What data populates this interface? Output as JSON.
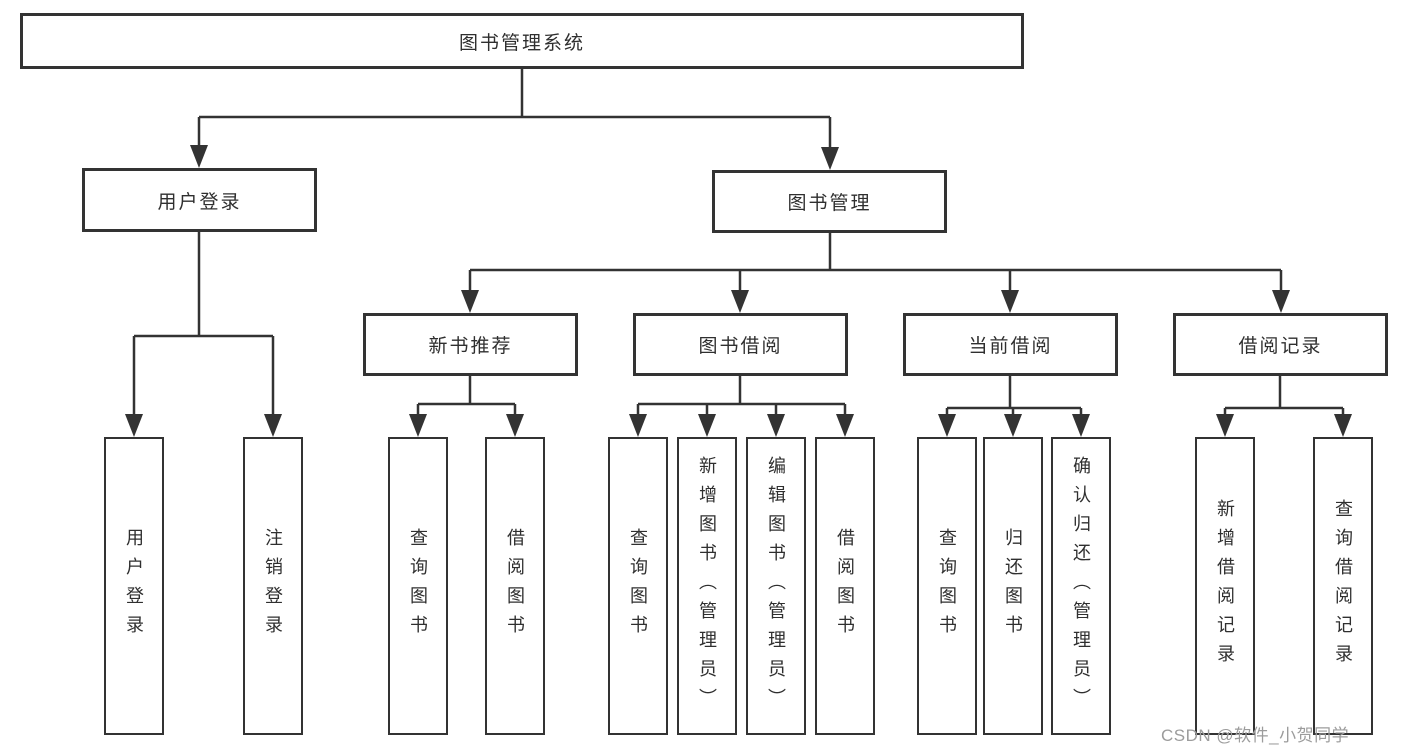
{
  "tree": {
    "root": {
      "label": "图书管理系统"
    },
    "login": {
      "label": "用户登录",
      "children": [
        {
          "label": "用户登录"
        },
        {
          "label": "注销登录"
        }
      ]
    },
    "mgmt": {
      "label": "图书管理",
      "sections": [
        {
          "label": "新书推荐",
          "children": [
            {
              "label": "查询图书"
            },
            {
              "label": "借阅图书"
            }
          ]
        },
        {
          "label": "图书借阅",
          "children": [
            {
              "label": "查询图书"
            },
            {
              "label": "新增图书（管理员）"
            },
            {
              "label": "编辑图书（管理员）"
            },
            {
              "label": "借阅图书"
            }
          ]
        },
        {
          "label": "当前借阅",
          "children": [
            {
              "label": "查询图书"
            },
            {
              "label": "归还图书"
            },
            {
              "label": "确认归还（管理员）"
            }
          ]
        },
        {
          "label": "借阅记录",
          "children": [
            {
              "label": "新增借阅记录"
            },
            {
              "label": "查询借阅记录"
            }
          ]
        }
      ]
    }
  },
  "watermark": {
    "text": "CSDN @软件_小贺同学"
  },
  "colors": {
    "box_border": "#333333",
    "connector": "#333333",
    "text": "#2f2f2f",
    "watermark": "#9c9c9c",
    "background": "#ffffff"
  }
}
